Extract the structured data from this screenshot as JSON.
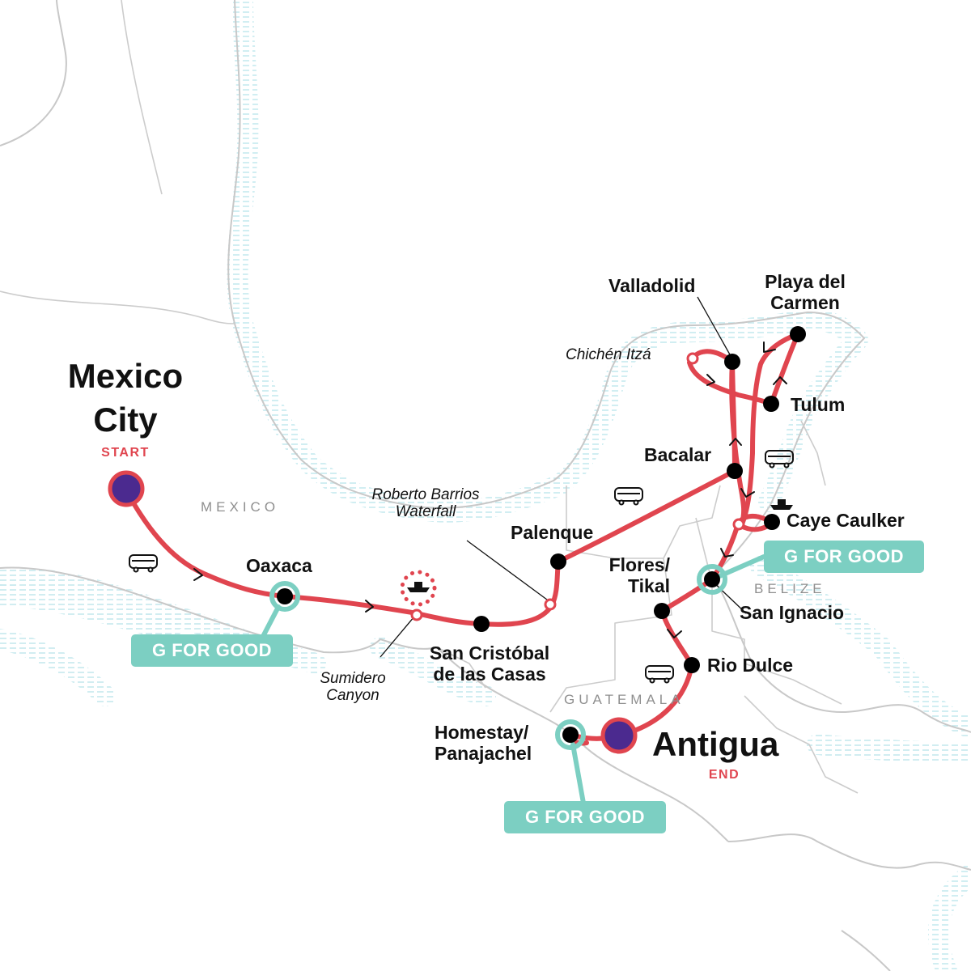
{
  "map": {
    "countries": {
      "mexico": "MEXICO",
      "belize": "BELIZE",
      "guatemala": "GUATEMALA"
    },
    "start": {
      "name": "Mexico City",
      "line1": "Mexico",
      "line2": "City",
      "tag": "START"
    },
    "end": {
      "name": "Antigua",
      "tag": "END"
    },
    "stops": {
      "oaxaca": "Oaxaca",
      "san_cristobal_1": "San Cristóbal",
      "san_cristobal_2": "de las Casas",
      "palenque": "Palenque",
      "bacalar": "Bacalar",
      "valladolid": "Valladolid",
      "playa_1": "Playa del",
      "playa_2": "Carmen",
      "tulum": "Tulum",
      "caye_caulker": "Caye Caulker",
      "san_ignacio": "San Ignacio",
      "flores_1": "Flores/",
      "flores_2": "Tikal",
      "rio_dulce": "Rio Dulce",
      "homestay_1": "Homestay/",
      "homestay_2": "Panajachel"
    },
    "sights": {
      "roberto_1": "Roberto Barrios",
      "roberto_2": "Waterfall",
      "chichen": "Chichén Itzá",
      "sumidero_1": "Sumidero",
      "sumidero_2": "Canyon"
    },
    "badges": {
      "oaxaca": "G FOR GOOD",
      "san_ignacio": "G FOR GOOD",
      "homestay": "G FOR GOOD"
    },
    "transport_icons": [
      "bus-icon",
      "bus-icon",
      "bus-icon",
      "bus-icon",
      "boat-icon",
      "boat-icon"
    ],
    "colors": {
      "route": "#e0454f",
      "endpoint": "#4b2a8f",
      "stop": "#000000",
      "g_for_good": "#7ccfc2",
      "coast": "#bfe6ec",
      "border": "#c8c8c8"
    }
  }
}
